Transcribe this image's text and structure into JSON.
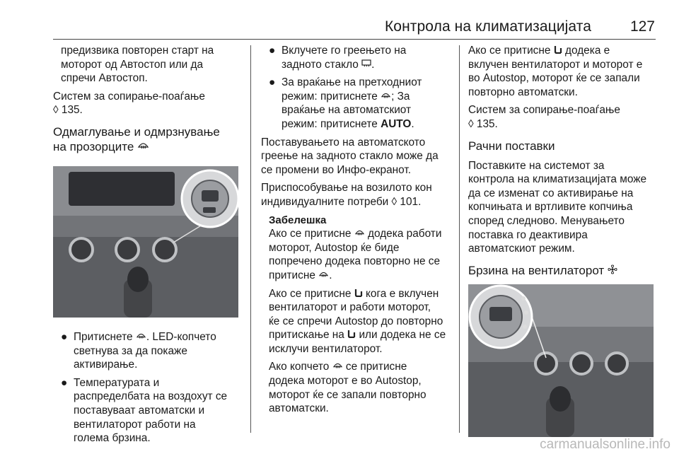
{
  "header": {
    "title": "Контрола на климатизацијата",
    "page_number": "127"
  },
  "col1": {
    "p1_l1": "предизвика повторен старт на",
    "p1_l2": "моторот од Автостоп или да",
    "p1_l3": "спречи Автостоп.",
    "p2_l1": "Систем за сопирање-поаѓање",
    "p2_l2": "◊ 135.",
    "heading_l1": "Одмаглување и одмрзнување",
    "heading_l2": "на прозорците",
    "heading_icon": "windscreen-defrost-icon",
    "b1_l1": "Притиснете",
    "b1_l1b": ". LED-копчето",
    "b1_l2": "светнува за да покаже",
    "b1_l3": "активирање.",
    "b2_l1": "Температурата и",
    "b2_l2": "распределбата на воздохут се",
    "b2_l3": "поставуваат автоматски и",
    "b2_l4": "вентилаторот работи на",
    "b2_l5": "голема брзина."
  },
  "col2": {
    "b1_l1": "Вклучете го греењето на",
    "b1_l2": "задното стакло",
    "b2_l1": "За враќање на претходниот",
    "b2_l2": "режим: притиснете",
    "b2_l2b": "; За",
    "b2_l3": "враќање на автоматскиот",
    "b2_l4": "режим: притиснете",
    "b2_auto": "AUTO",
    "p1_l1": "Поставувањето на автоматското",
    "p1_l2": "греење на задното стакло може да",
    "p1_l3": "се промени во Инфо-екранот.",
    "p2_l1": "Приспособување на возилото кон",
    "p2_l2": "индивидуалните потреби ◊ 101.",
    "note_title": "Забелешка",
    "n1_l1": "Ако се притисне",
    "n1_l1b": "додека работи",
    "n1_l2": "моторот, Autostop ќе биде",
    "n1_l3": "попречено додека повторно не се",
    "n1_l4": "притисне",
    "n2_l1": "Ако се притисне",
    "n2_l1b": "кога е вклучен",
    "n2_l2": "вентилаторот и работи моторот,",
    "n2_l3": "ќе се спречи Autostop до повторно",
    "n2_l4": "притискање на",
    "n2_l4b": "или додека не се",
    "n2_l5": "исклучи вентилаторот.",
    "n3_l1": "Ако копчето",
    "n3_l1b": "се притисне",
    "n3_l2": "додека моторот е во Autostop,",
    "n3_l3": "моторот ќе се запали повторно",
    "n3_l4": "автоматски."
  },
  "col3": {
    "p1_l1": "Ако се притисне",
    "p1_l1b": "додека е",
    "p1_l2": "вклучен вентилаторот и моторот е",
    "p1_l3": "во Autostop, моторот ќе се запали",
    "p1_l4": "повторно автоматски.",
    "p2_l1": "Систем за сопирање-поаѓање",
    "p2_l2": "◊ 135.",
    "h1": "Рачни поставки",
    "p3_l1": "Поставките на системот за",
    "p3_l2": "контрола на климатизацијата може",
    "p3_l3": "да се изменат со активирање на",
    "p3_l4": "копчињата и вртливите копчиња",
    "p3_l5": "според следново. Менувањето",
    "p3_l6": "поставка го деактивира",
    "p3_l7": "автоматскиот режим.",
    "h2": "Брзина на вентилаторот",
    "h2_icon": "fan-icon"
  },
  "icons": {
    "defrost": "windscreen-defrost-icon",
    "rear": "rear-window-heating-icon",
    "fan": "fan-icon"
  },
  "footer": {
    "watermark": "carmanualsonline.info"
  }
}
